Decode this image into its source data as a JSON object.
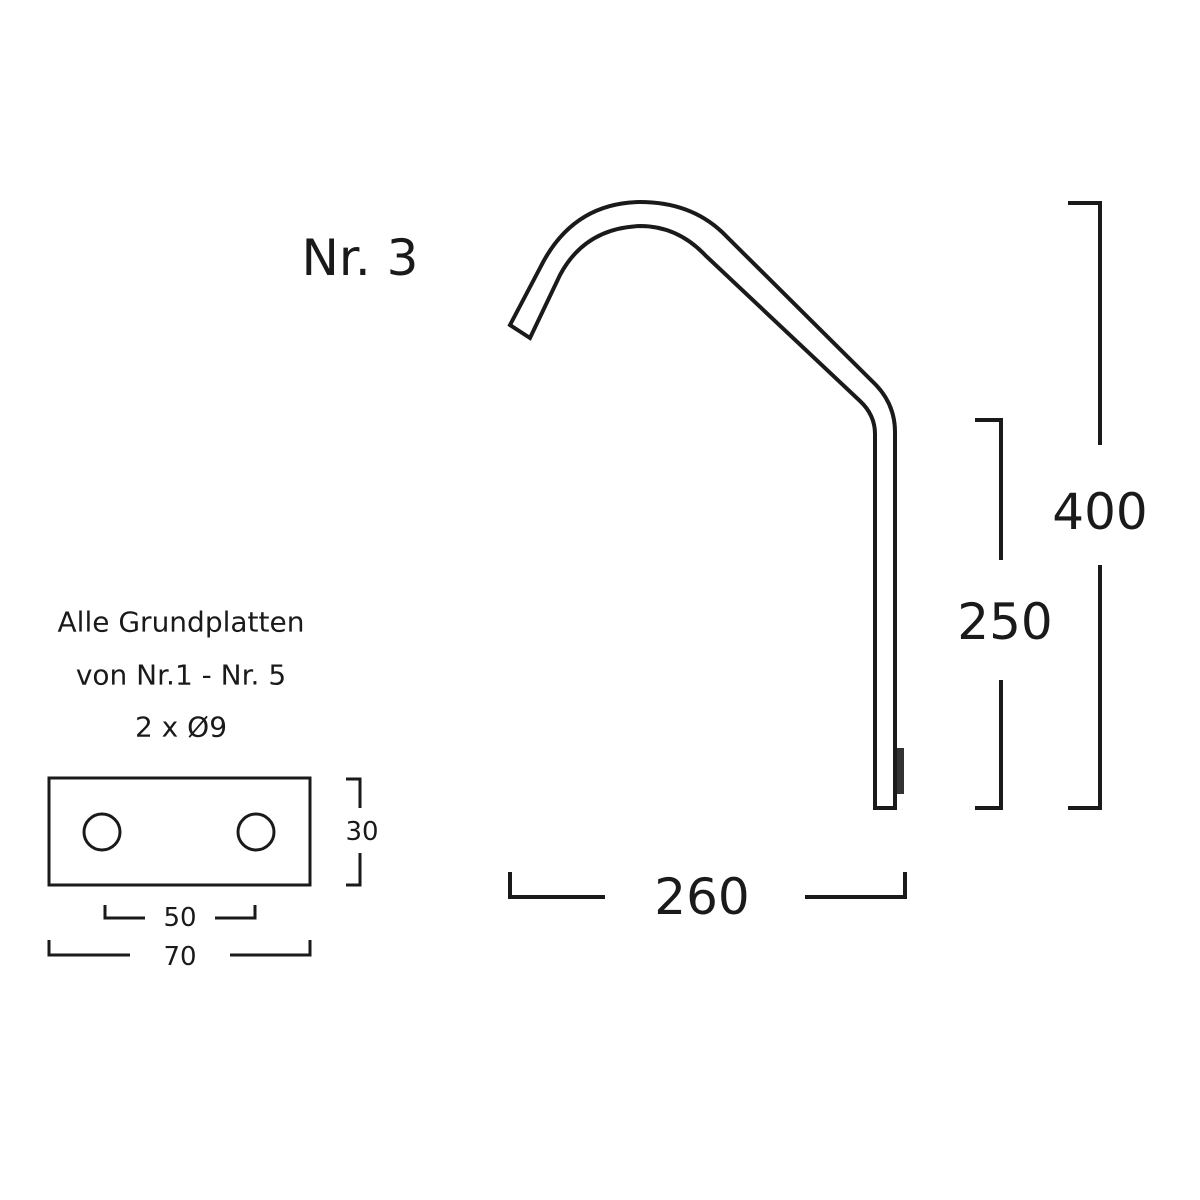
{
  "title": "Nr. 3",
  "dimensions": {
    "height_total": "400",
    "height_vertical": "250",
    "width": "260"
  },
  "base_plate": {
    "note_lines": [
      "Alle Grundplatten",
      "von Nr.1 - Nr. 5",
      "2 x Ø9"
    ],
    "height": "30",
    "hole_spacing": "50",
    "width": "70"
  },
  "colors": {
    "line": "#1a1a1a",
    "background": "#ffffff"
  }
}
